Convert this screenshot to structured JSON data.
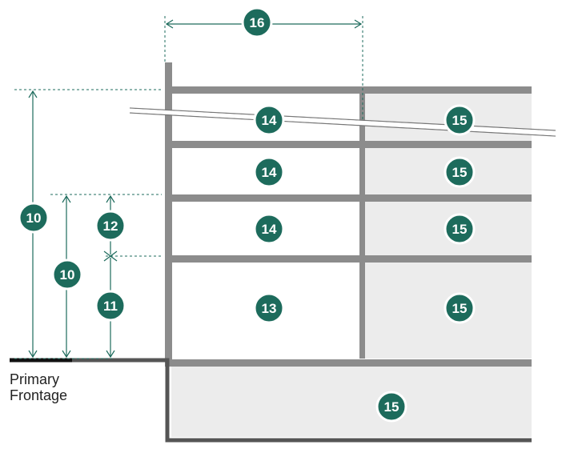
{
  "colors": {
    "badge_fill": "#1d6b5c",
    "badge_ring": "#ffffff",
    "structure": "#8c8c8c",
    "ground": "#555555",
    "dimension_line": "#1d6b5c",
    "shaded_area": "#ececec",
    "frontage_line": "#111111"
  },
  "labels": {
    "primary_frontage_line1": "Primary",
    "primary_frontage_line2": "Frontage"
  },
  "callouts": {
    "total_height": "10",
    "lower_height": "10",
    "ground_floor_height": "11",
    "upper_floor_height": "12",
    "ground_floor_front": "13",
    "upper_floor_front_1": "14",
    "upper_floor_front_2": "14",
    "upper_floor_front_3": "14",
    "rear_upper_1": "15",
    "rear_upper_2": "15",
    "rear_upper_3": "15",
    "rear_ground": "15",
    "rear_basement": "15",
    "front_depth": "16"
  }
}
